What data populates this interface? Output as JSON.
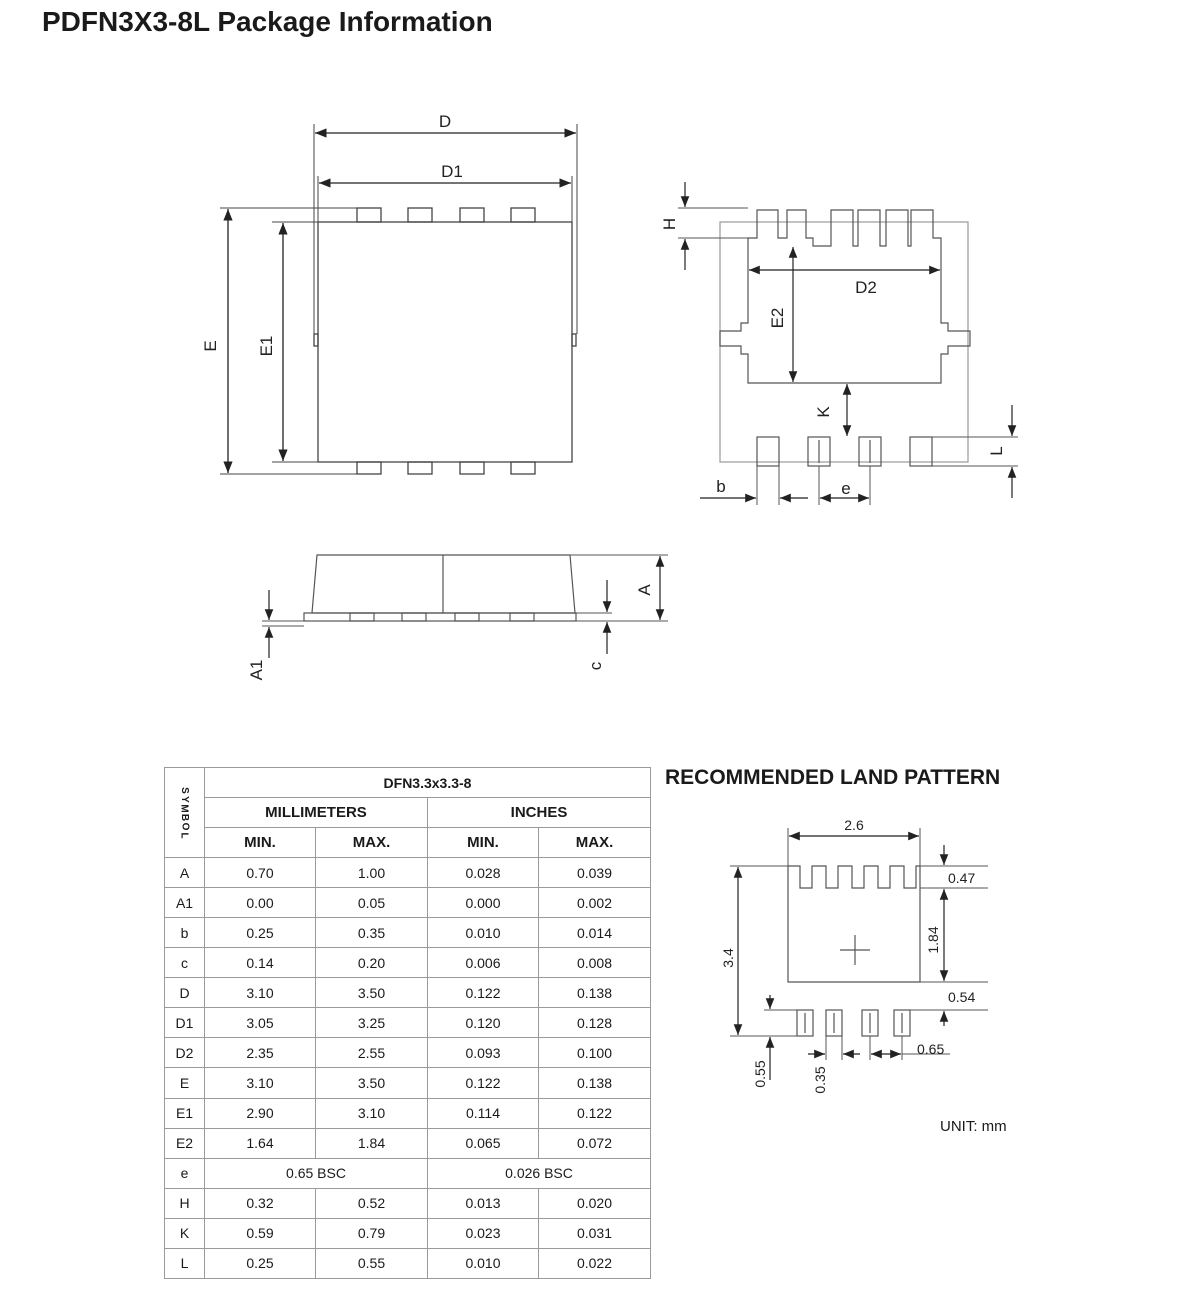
{
  "title": "PDFN3X3-8L Package Information",
  "diagram_labels": {
    "top_view": {
      "D": "D",
      "D1": "D1",
      "E": "E",
      "E1": "E1"
    },
    "bottom_view": {
      "H": "H",
      "D2": "D2",
      "E2": "E2",
      "K": "K",
      "L": "L",
      "b": "b",
      "e": "e"
    },
    "side_view": {
      "A": "A",
      "A1": "A1",
      "c": "c"
    }
  },
  "table": {
    "package": "DFN3.3x3.3-8",
    "symbol_header": "SYMBOL",
    "mm_header": "MILLIMETERS",
    "in_header": "INCHES",
    "min_label": "MIN.",
    "max_label": "MAX.",
    "rows": [
      {
        "sym": "A",
        "mm_min": "0.70",
        "mm_max": "1.00",
        "in_min": "0.028",
        "in_max": "0.039"
      },
      {
        "sym": "A1",
        "mm_min": "0.00",
        "mm_max": "0.05",
        "in_min": "0.000",
        "in_max": "0.002"
      },
      {
        "sym": "b",
        "mm_min": "0.25",
        "mm_max": "0.35",
        "in_min": "0.010",
        "in_max": "0.014"
      },
      {
        "sym": "c",
        "mm_min": "0.14",
        "mm_max": "0.20",
        "in_min": "0.006",
        "in_max": "0.008"
      },
      {
        "sym": "D",
        "mm_min": "3.10",
        "mm_max": "3.50",
        "in_min": "0.122",
        "in_max": "0.138"
      },
      {
        "sym": "D1",
        "mm_min": "3.05",
        "mm_max": "3.25",
        "in_min": "0.120",
        "in_max": "0.128"
      },
      {
        "sym": "D2",
        "mm_min": "2.35",
        "mm_max": "2.55",
        "in_min": "0.093",
        "in_max": "0.100"
      },
      {
        "sym": "E",
        "mm_min": "3.10",
        "mm_max": "3.50",
        "in_min": "0.122",
        "in_max": "0.138"
      },
      {
        "sym": "E1",
        "mm_min": "2.90",
        "mm_max": "3.10",
        "in_min": "0.114",
        "in_max": "0.122"
      },
      {
        "sym": "E2",
        "mm_min": "1.64",
        "mm_max": "1.84",
        "in_min": "0.065",
        "in_max": "0.072"
      },
      {
        "sym": "e",
        "mm_bsc": "0.65 BSC",
        "in_bsc": "0.026 BSC"
      },
      {
        "sym": "H",
        "mm_min": "0.32",
        "mm_max": "0.52",
        "in_min": "0.013",
        "in_max": "0.020"
      },
      {
        "sym": "K",
        "mm_min": "0.59",
        "mm_max": "0.79",
        "in_min": "0.023",
        "in_max": "0.031"
      },
      {
        "sym": "L",
        "mm_min": "0.25",
        "mm_max": "0.55",
        "in_min": "0.010",
        "in_max": "0.022"
      }
    ]
  },
  "land_pattern": {
    "title": "RECOMMENDED LAND PATTERN",
    "dims": {
      "width": "2.6",
      "height": "3.4",
      "top_pad": "0.47",
      "inner_h": "1.84",
      "gap": "0.54",
      "pitch": "0.65",
      "pad_h": "0.55",
      "pad_w": "0.35"
    },
    "unit": "UNIT: mm"
  }
}
